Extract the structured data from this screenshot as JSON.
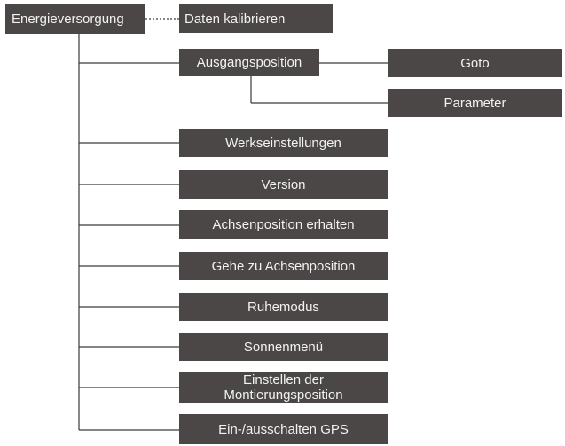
{
  "menu_tree": {
    "root": {
      "label": "Energieversorgung"
    },
    "calibrate": {
      "label": "Daten kalibrieren"
    },
    "home_position": {
      "label": "Ausgangsposition"
    },
    "goto": {
      "label": "Goto"
    },
    "parameter": {
      "label": "Parameter"
    },
    "factory_settings": {
      "label": "Werkseinstellungen"
    },
    "version": {
      "label": "Version"
    },
    "get_axis_position": {
      "label": "Achsenposition erhalten"
    },
    "goto_axis_position": {
      "label": "Gehe zu Achsenposition"
    },
    "sleep_mode": {
      "label": "Ruhemodus"
    },
    "sun_menu": {
      "label": "Sonnenmenü"
    },
    "mount_position": {
      "line1": "Einstellen der",
      "line2": "Montierungsposition"
    },
    "gps_toggle": {
      "label": "Ein-/ausschalten GPS"
    }
  },
  "colors": {
    "node_fill": "#4a4746",
    "node_text": "#f2f2f2",
    "connector": "#3a3a3a",
    "background": "#ffffff"
  }
}
